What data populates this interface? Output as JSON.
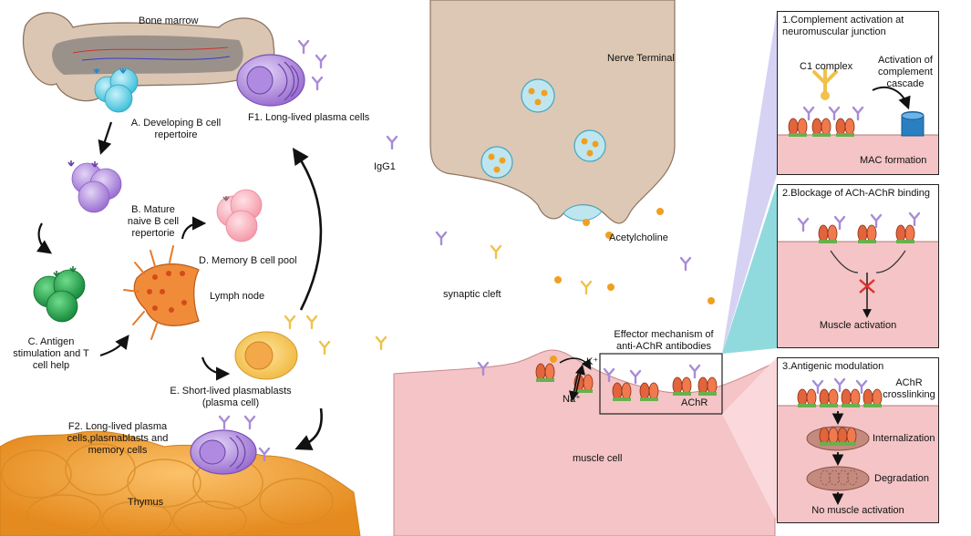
{
  "left": {
    "bone_marrow": "Bone marrow",
    "developing_b": "A. Developing B cell\nrepertoire",
    "long_lived_plasma": "F1. Long-lived plasma cells",
    "mature_naive": "B. Mature\nnaive B cell\nrepertorie",
    "memory_pool": "D. Memory B cell pool",
    "lymph_node": "Lymph node",
    "antigen_stim": "C. Antigen\nstimulation and T\ncell help",
    "short_lived": "E. Short-lived plasmablasts\n(plasma cell)",
    "f2": "F2. Long-lived plasma\ncells,plasmablasts and\nmemory cells",
    "thymus": "Thymus",
    "igg1": "IgG1"
  },
  "middle": {
    "nerve_terminal": "Nerve Terminal",
    "acetylcholine": "Acetylcholine",
    "synaptic_cleft": "synaptic cleft",
    "effector": "Effector mechanism of\nanti-AChR antibodies",
    "k_ion": "K⁺",
    "na_ion": "Na⁺",
    "achr": "AChR",
    "muscle_cell": "muscle cell"
  },
  "panels": {
    "p1_title": "1.Complement activation at\nneuromuscular junction",
    "p1_c1": "C1 complex",
    "p1_activation": "Activation of\ncomplement\ncascade",
    "p1_mac": "MAC formation",
    "p2_title": "2.Blockage of ACh-AChR binding",
    "p2_muscle": "Muscle activation",
    "p3_title": "3.Antigenic modulation",
    "p3_crosslink": "AChR\ncrosslinking",
    "p3_internal": "Internalization",
    "p3_degrade": "Degradation",
    "p3_no_muscle": "No muscle activation"
  },
  "colors": {
    "muscle": "#f4c4c6",
    "receptor": "#e8623a",
    "membrane_green": "#6ab04c",
    "antibody_purple": "#a88bd6",
    "antibody_yellow": "#f0c14b",
    "vesicle": "#bfe6ef",
    "ach": "#f0a020",
    "nerve": "#dcc8b4",
    "thymus": "#f2a640",
    "mac_blue": "#2a7fc1",
    "block_x": "#e0302a"
  }
}
